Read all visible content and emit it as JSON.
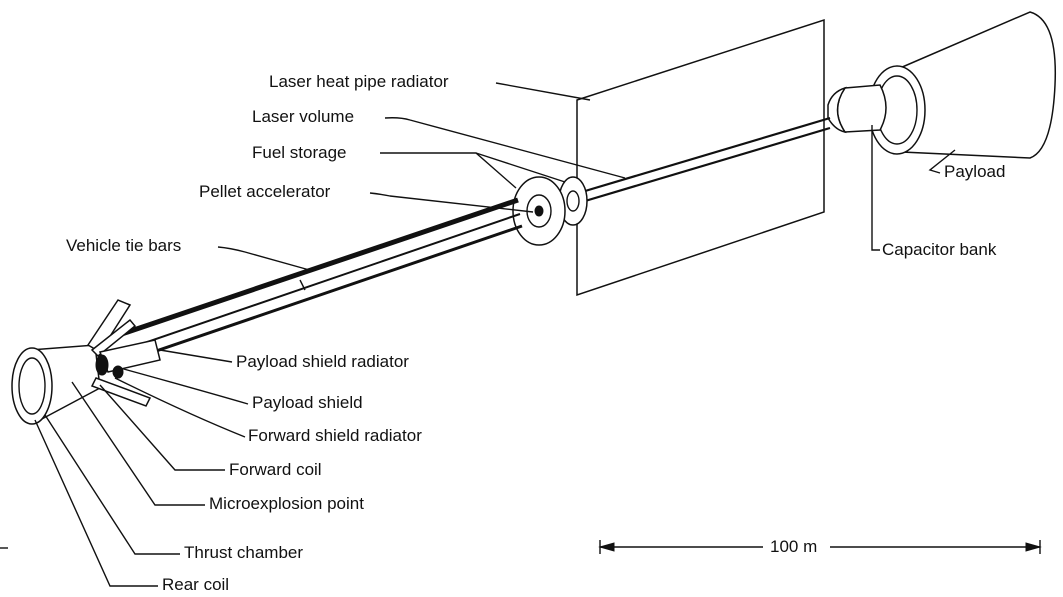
{
  "labels": {
    "laser_heat_pipe_radiator": "Laser heat pipe radiator",
    "laser_volume": "Laser volume",
    "fuel_storage": "Fuel storage",
    "pellet_accelerator": "Pellet accelerator",
    "vehicle_tie_bars": "Vehicle tie bars",
    "payload": "Payload",
    "capacitor_bank": "Capacitor bank",
    "payload_shield_radiator": "Payload shield radiator",
    "payload_shield": "Payload shield",
    "forward_shield_radiator": "Forward shield radiator",
    "forward_coil": "Forward coil",
    "microexplosion_point": "Microexplosion point",
    "thrust_chamber": "Thrust chamber",
    "rear_coil": "Rear coil"
  },
  "scale_bar": {
    "label": "100 m"
  }
}
